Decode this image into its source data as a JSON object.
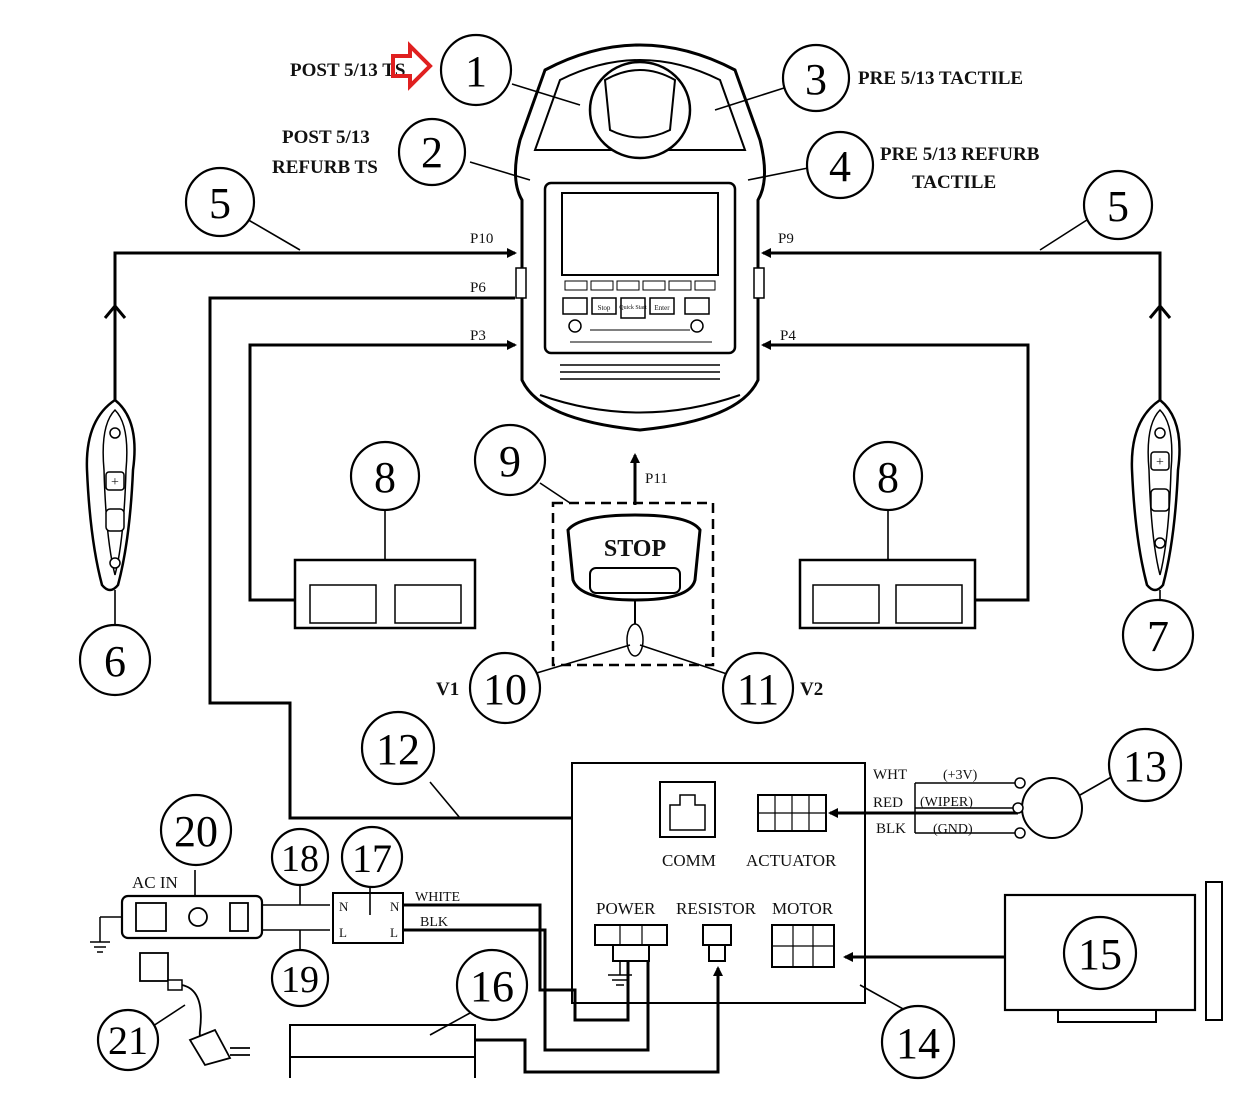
{
  "labels": {
    "post_ts": "POST 5/13 TS",
    "post_refurb_line1": "POST 5/13",
    "post_refurb_line2": "REFURB TS",
    "pre_tactile": "PRE 5/13 TACTILE",
    "pre_refurb_line1": "PRE 5/13 REFURB",
    "pre_refurb_line2": "TACTILE",
    "p10": "P10",
    "p6": "P6",
    "p3": "P3",
    "p9": "P9",
    "p4": "P4",
    "p11": "P11",
    "v1": "V1",
    "v2": "V2",
    "stop": "STOP",
    "wht": "WHT",
    "red": "RED",
    "blk": "BLK",
    "plus3v": "(+3V)",
    "wiper": "(WIPER)",
    "gnd": "(GND)",
    "comm": "COMM",
    "actuator": "ACTUATOR",
    "power": "POWER",
    "resistor": "RESISTOR",
    "motor": "MOTOR",
    "ac_in": "AC IN",
    "white": "WHITE",
    "blk_wire": "BLK",
    "n1": "N",
    "l1": "L",
    "n2": "N",
    "l2": "L"
  },
  "callouts": [
    "1",
    "2",
    "3",
    "4",
    "5",
    "5",
    "6",
    "7",
    "8",
    "8",
    "9",
    "10",
    "11",
    "12",
    "13",
    "14",
    "15",
    "16",
    "17",
    "18",
    "19",
    "20",
    "21"
  ],
  "console_keys": [
    "Stop",
    "Quick Start",
    "Enter"
  ],
  "colors": {
    "line": "#000000",
    "marker": "#e02020"
  }
}
